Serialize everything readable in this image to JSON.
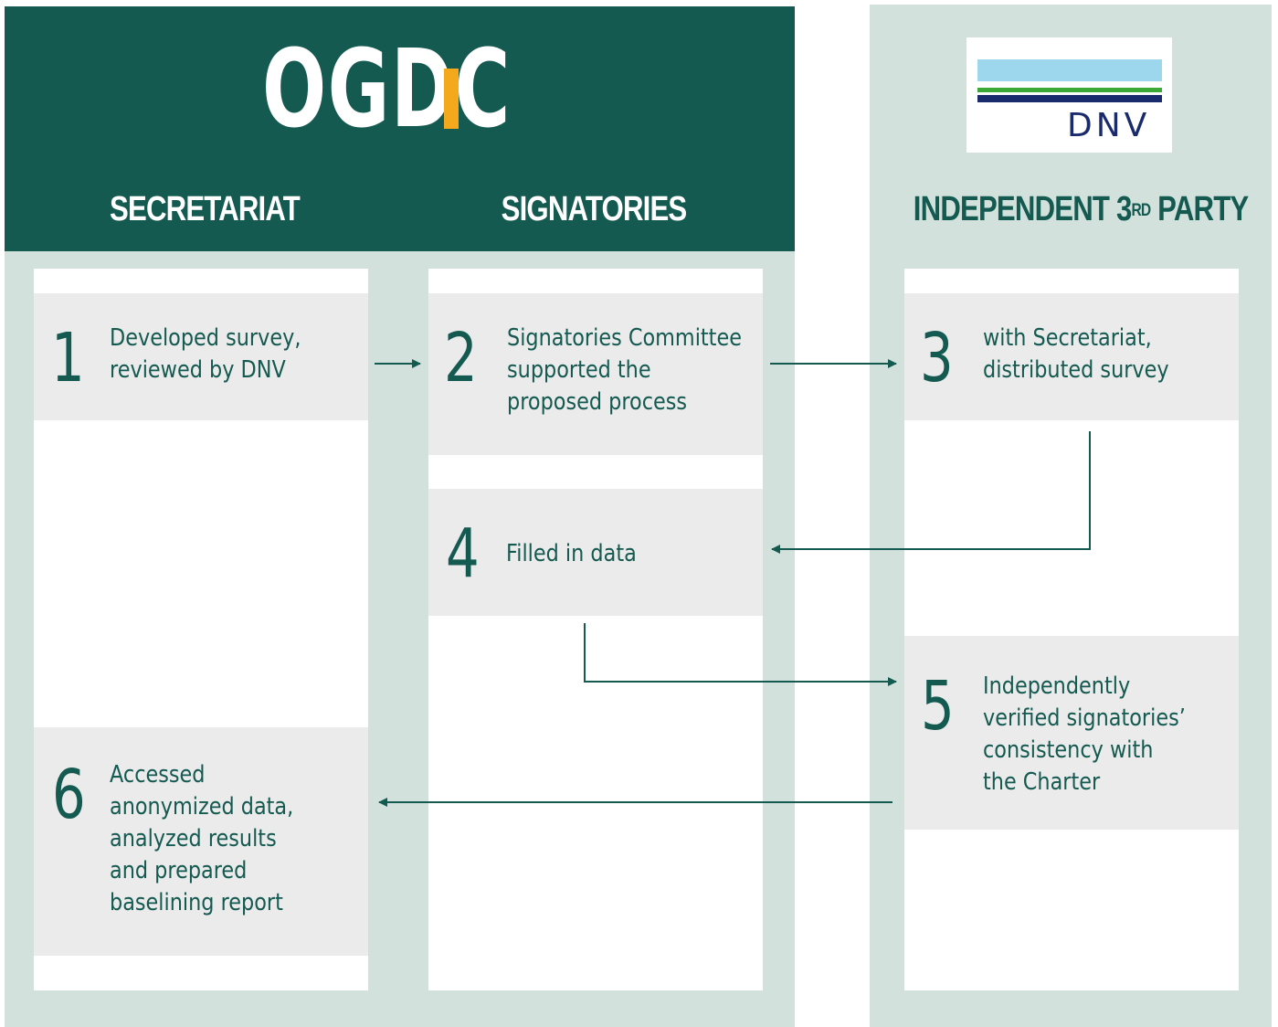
{
  "header": {
    "logo_text": "OGD",
    "logo_accent_letter": "C",
    "third_party_logo_text": "DNV"
  },
  "columns": [
    {
      "id": "secretariat",
      "title": "SECRETARIAT"
    },
    {
      "id": "signatories",
      "title": "SIGNATORIES"
    },
    {
      "id": "third-party",
      "title_main": "INDEPENDENT 3",
      "title_sup": "RD",
      "title_tail": " PARTY"
    }
  ],
  "steps": [
    {
      "number": "1",
      "lines": [
        "Developed survey,",
        "reviewed by DNV"
      ]
    },
    {
      "number": "2",
      "lines": [
        "Signatories Committee",
        "supported the",
        "proposed process"
      ]
    },
    {
      "number": "3",
      "lines": [
        "with Secretariat,",
        "distributed survey"
      ]
    },
    {
      "number": "4",
      "lines": [
        "Filled in data"
      ]
    },
    {
      "number": "5",
      "lines": [
        "Independently",
        "verified signatories’",
        "consistency with",
        "the Charter"
      ]
    },
    {
      "number": "6",
      "lines": [
        "Accessed",
        "anonymized data,",
        "analyzed results",
        "and prepared",
        "baselining report"
      ]
    }
  ],
  "colors": {
    "dark_green": "#155a51",
    "panel": "#d2e1dc",
    "box": "#ebebeb",
    "accent_yellow": "#f4a81c",
    "dnv_sky": "#9dd7ee",
    "dnv_green": "#3aa935",
    "dnv_navy": "#1a2b6d"
  }
}
